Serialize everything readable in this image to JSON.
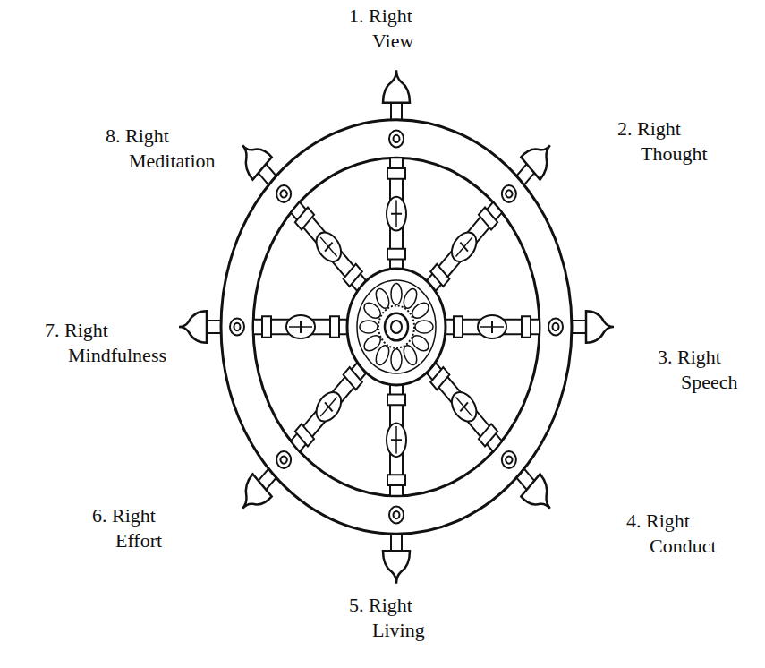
{
  "diagram": {
    "labels": [
      "1. Right View",
      "2. Right Thought",
      "3. Right Speech",
      "4. Right Conduct",
      "5. Right Living",
      "6. Right Effort",
      "7. Right Mindfulness",
      "8. Right Meditation"
    ]
  }
}
